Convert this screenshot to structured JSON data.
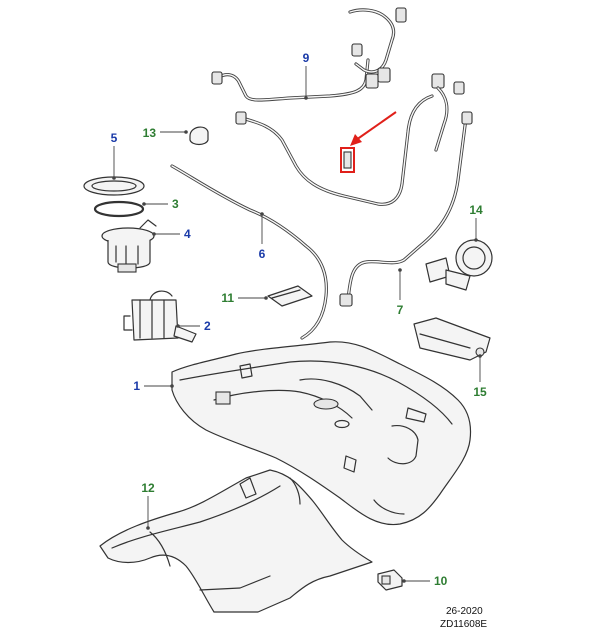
{
  "callouts": [
    {
      "id": "1",
      "label": "1",
      "color": "#1a3aa8"
    },
    {
      "id": "2",
      "label": "2",
      "color": "#1a3aa8"
    },
    {
      "id": "3",
      "label": "3",
      "color": "#2e7d32"
    },
    {
      "id": "4",
      "label": "4",
      "color": "#1a3aa8"
    },
    {
      "id": "5",
      "label": "5",
      "color": "#1a3aa8"
    },
    {
      "id": "6",
      "label": "6",
      "color": "#1a3aa8"
    },
    {
      "id": "7",
      "label": "7",
      "color": "#2e7d32"
    },
    {
      "id": "9",
      "label": "9",
      "color": "#1a3aa8"
    },
    {
      "id": "10",
      "label": "10",
      "color": "#2e7d32"
    },
    {
      "id": "11",
      "label": "11",
      "color": "#2e7d32"
    },
    {
      "id": "12",
      "label": "12",
      "color": "#2e7d32"
    },
    {
      "id": "13",
      "label": "13",
      "color": "#2e7d32"
    },
    {
      "id": "14",
      "label": "14",
      "color": "#2e7d32"
    },
    {
      "id": "15",
      "label": "15",
      "color": "#2e7d32"
    }
  ],
  "reference": {
    "date": "26-2020",
    "code": "ZD11608E"
  },
  "highlight": {
    "arrow_color": "#e0201a",
    "box_color": "#e0201a"
  }
}
